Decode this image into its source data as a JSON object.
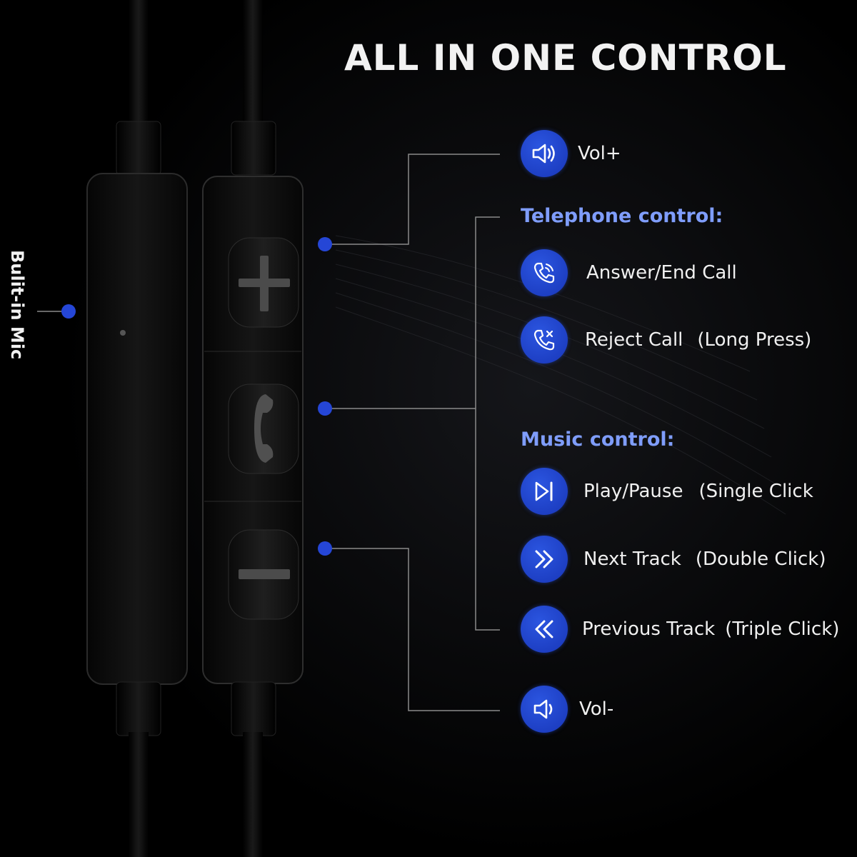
{
  "headline": "ALL IN ONE CONTROL",
  "mic_label": "Bulit-in Mic",
  "colors": {
    "background": "#000000",
    "accent": "#2546d6",
    "section_title": "#7f9dfb",
    "text": "#f0f0f0"
  },
  "remote": {
    "buttons": [
      {
        "name": "plus",
        "icon": "plus-icon"
      },
      {
        "name": "call",
        "icon": "phone-icon"
      },
      {
        "name": "minus",
        "icon": "minus-icon"
      }
    ]
  },
  "controls": {
    "vol_up": {
      "icon": "speaker-icon",
      "label": "Vol+"
    },
    "telephone_title": "Telephone control:",
    "answer": {
      "icon": "phone-call-icon",
      "label": "Answer/End Call",
      "hint": ""
    },
    "reject": {
      "icon": "phone-reject-icon",
      "label": "Reject Call",
      "hint": "(Long Press)"
    },
    "music_title": "Music control:",
    "play": {
      "icon": "play-pause-icon",
      "label": "Play/Pause",
      "hint": "(Single Click"
    },
    "next": {
      "icon": "next-track-icon",
      "label": "Next Track",
      "hint": "(Double Click)"
    },
    "prev": {
      "icon": "previous-track-icon",
      "label": "Previous Track",
      "hint": "(Triple Click)"
    },
    "vol_down": {
      "icon": "speaker-icon",
      "label": "Vol-"
    }
  }
}
